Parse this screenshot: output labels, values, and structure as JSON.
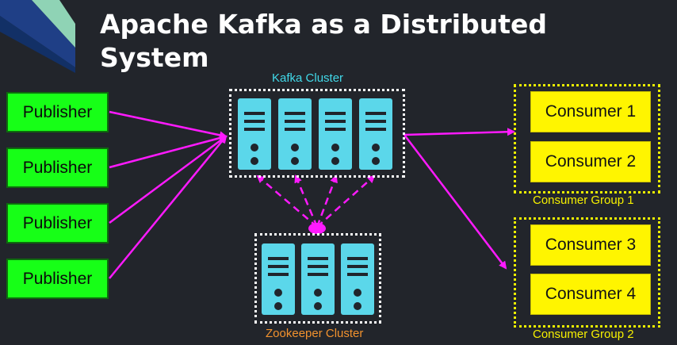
{
  "slide": {
    "title_line1": "Apache Kafka as a Distributed",
    "title_line2": "System"
  },
  "publishers": [
    "Publisher",
    "Publisher",
    "Publisher",
    "Publisher"
  ],
  "kafka_cluster": {
    "label": "Kafka Cluster",
    "server_count": 4
  },
  "zookeeper_cluster": {
    "label": "Zookeeper Cluster",
    "server_count": 3
  },
  "consumer_groups": [
    {
      "label": "Consumer Group 1",
      "consumers": [
        "Consumer 1",
        "Consumer 2"
      ]
    },
    {
      "label": "Consumer Group 2",
      "consumers": [
        "Consumer 3",
        "Consumer 4"
      ]
    }
  ],
  "colors": {
    "background": "#22252b",
    "publisher_fill": "#17ff17",
    "consumer_fill": "#fff500",
    "server_fill": "#5bd7ea",
    "arrow": "#ff1aff",
    "kafka_label": "#41d9e9",
    "zookeeper_label": "#f2922e",
    "group_label": "#f6f000"
  }
}
